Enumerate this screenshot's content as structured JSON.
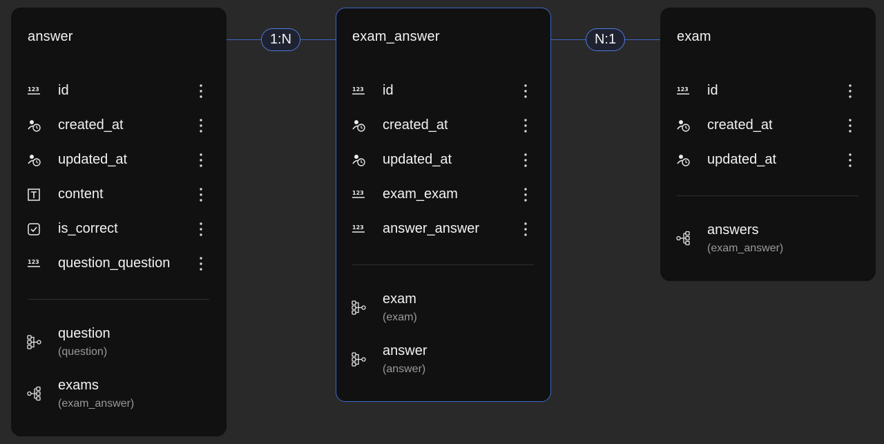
{
  "colors": {
    "background": "#292929",
    "card": "#111111",
    "accent": "#3d68c7",
    "text": "#f2f2f2",
    "muted": "#9a9a9a"
  },
  "connectors": [
    {
      "label": "1:N"
    },
    {
      "label": "N:1"
    }
  ],
  "tables": [
    {
      "name": "answer",
      "fields": [
        {
          "name": "id",
          "icon": "number-icon"
        },
        {
          "name": "created_at",
          "icon": "timestamp-icon"
        },
        {
          "name": "updated_at",
          "icon": "timestamp-icon"
        },
        {
          "name": "content",
          "icon": "text-icon"
        },
        {
          "name": "is_correct",
          "icon": "checkbox-icon"
        },
        {
          "name": "question_question",
          "icon": "number-icon"
        }
      ],
      "relations": [
        {
          "name": "question",
          "target": "(question)",
          "icon": "relation-many-to-one-icon"
        },
        {
          "name": "exams",
          "target": "(exam_answer)",
          "icon": "relation-one-to-many-icon"
        }
      ]
    },
    {
      "name": "exam_answer",
      "selected": true,
      "fields": [
        {
          "name": "id",
          "icon": "number-icon"
        },
        {
          "name": "created_at",
          "icon": "timestamp-icon"
        },
        {
          "name": "updated_at",
          "icon": "timestamp-icon"
        },
        {
          "name": "exam_exam",
          "icon": "number-icon"
        },
        {
          "name": "answer_answer",
          "icon": "number-icon"
        }
      ],
      "relations": [
        {
          "name": "exam",
          "target": "(exam)",
          "icon": "relation-many-to-one-icon"
        },
        {
          "name": "answer",
          "target": "(answer)",
          "icon": "relation-many-to-one-icon"
        }
      ]
    },
    {
      "name": "exam",
      "fields": [
        {
          "name": "id",
          "icon": "number-icon"
        },
        {
          "name": "created_at",
          "icon": "timestamp-icon"
        },
        {
          "name": "updated_at",
          "icon": "timestamp-icon"
        }
      ],
      "relations": [
        {
          "name": "answers",
          "target": "(exam_answer)",
          "icon": "relation-one-to-many-icon"
        }
      ]
    }
  ]
}
